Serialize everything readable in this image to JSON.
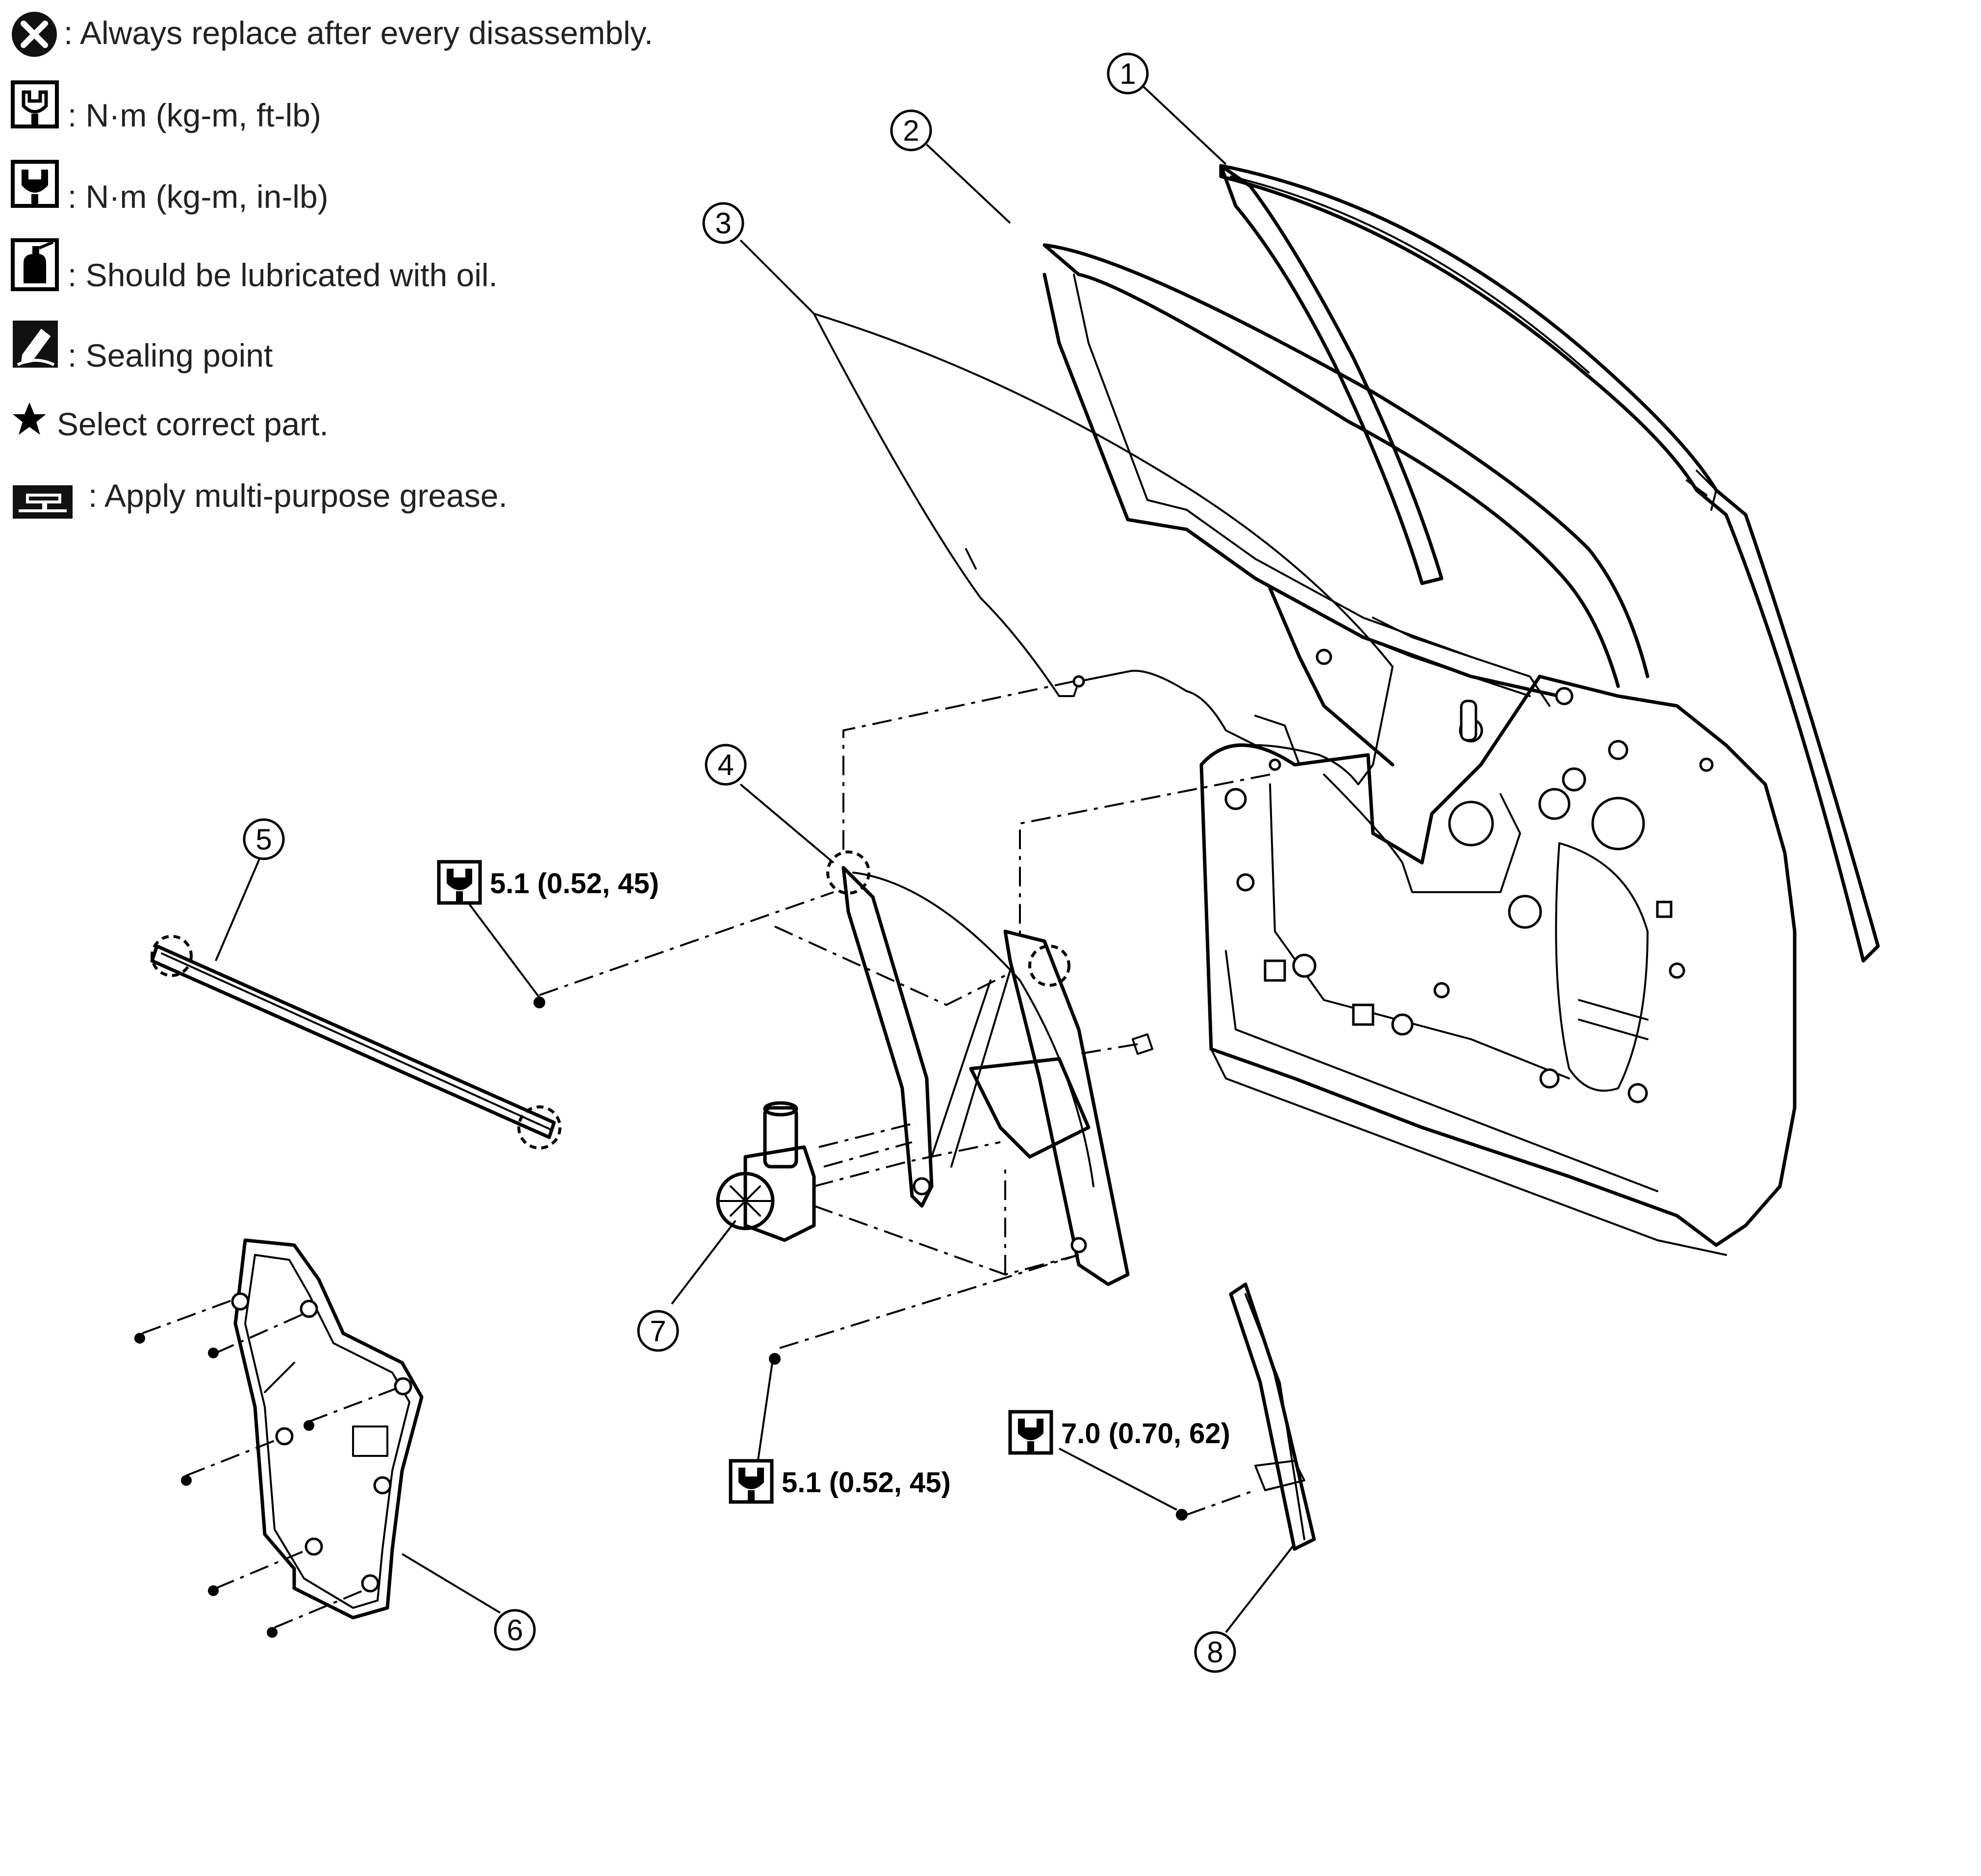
{
  "legend": {
    "items": [
      {
        "icon": "replace-x-icon",
        "text": ": Always replace after every disassembly."
      },
      {
        "icon": "torque-wrench-ftlb-icon",
        "text": ": N·m (kg-m, ft-lb)"
      },
      {
        "icon": "torque-wrench-inlb-icon",
        "text": ": N·m (kg-m, in-lb)"
      },
      {
        "icon": "oil-can-icon",
        "text": ": Should be lubricated with oil."
      },
      {
        "icon": "sealing-point-icon",
        "text": ": Sealing point"
      },
      {
        "icon": "star-icon",
        "text": "Select correct part."
      },
      {
        "icon": "grease-icon",
        "text": ": Apply multi-purpose grease."
      }
    ]
  },
  "callouts": [
    "1",
    "2",
    "3",
    "4",
    "5",
    "6",
    "7",
    "8"
  ],
  "torque_specs": [
    {
      "icon": "torque-wrench-inlb-icon",
      "text": "5.1 (0.52, 45)"
    },
    {
      "icon": "torque-wrench-inlb-icon",
      "text": "5.1 (0.52, 45)"
    },
    {
      "icon": "torque-wrench-inlb-icon",
      "text": "7.0 (0.70, 62)"
    }
  ]
}
